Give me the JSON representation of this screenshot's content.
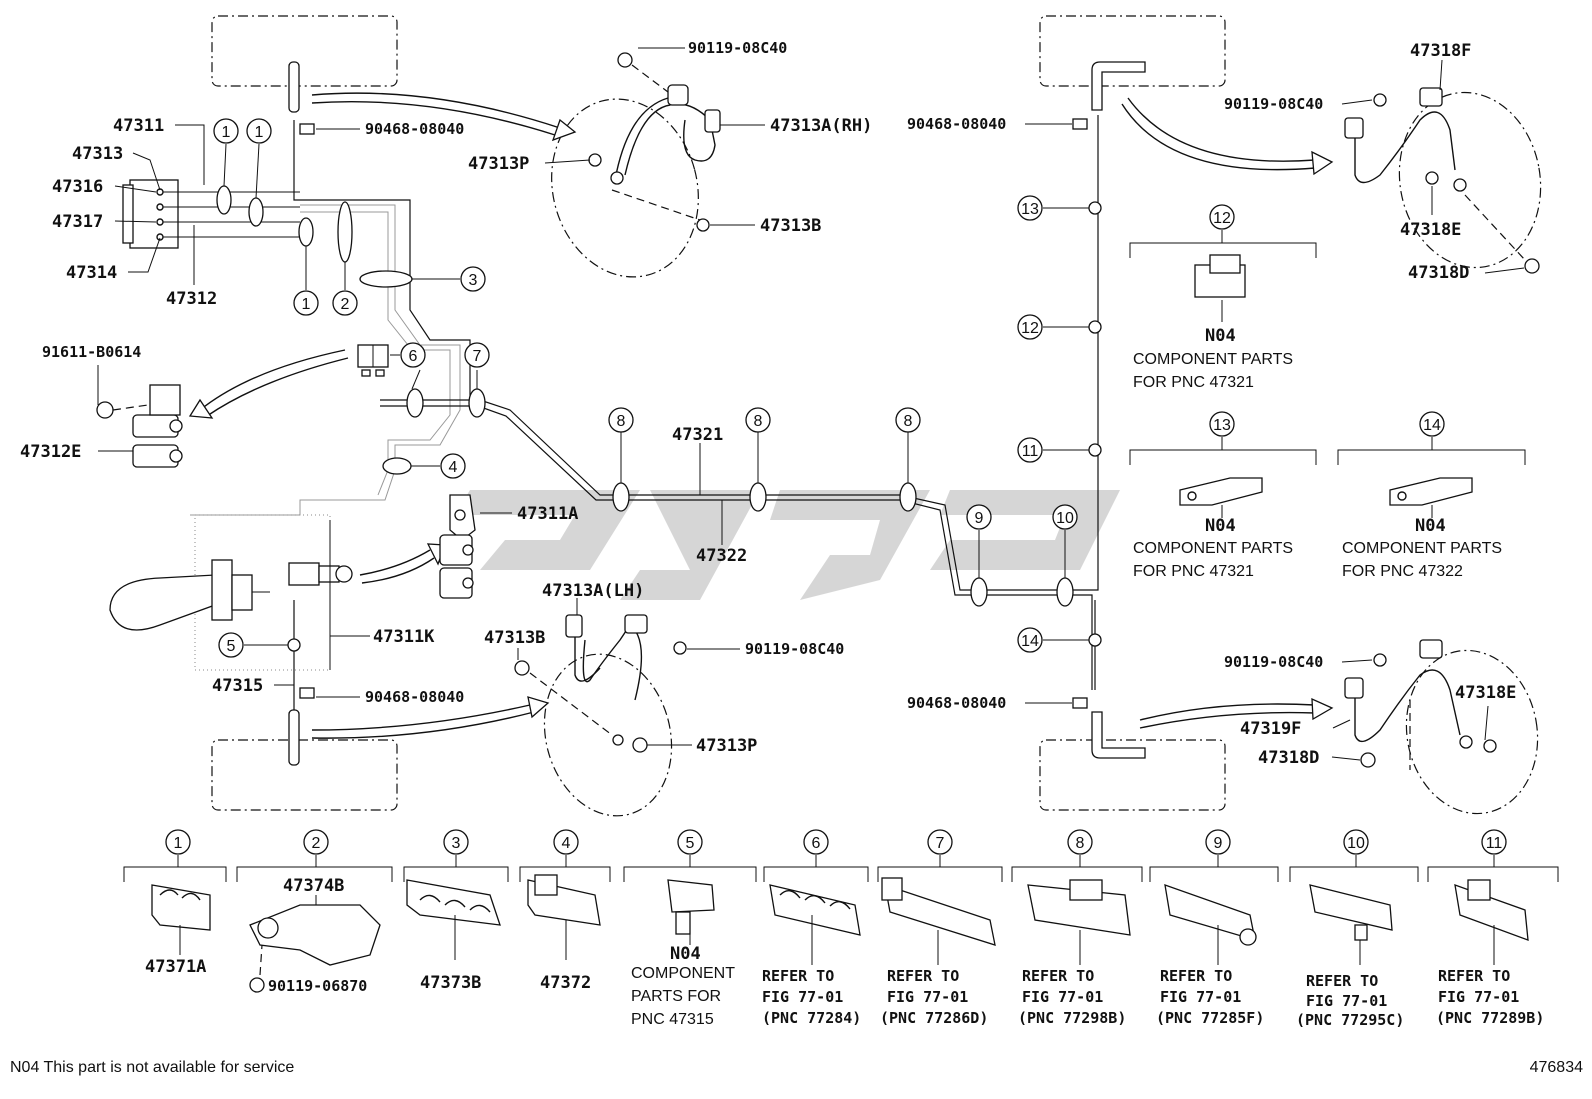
{
  "labels": {
    "p47311": "47311",
    "p47313": "47313",
    "p47316": "47316",
    "p47317": "47317",
    "p47314": "47314",
    "p47312": "47312",
    "p91611": "91611-B0614",
    "p47312E": "47312E",
    "p90119_top": "90119-08C40",
    "p90468_topleft": "90468-08040",
    "p47313A_RH": "47313A(RH)",
    "p47313P_top": "47313P",
    "p47313B_top": "47313B",
    "p47311A": "47311A",
    "p47321": "47321",
    "p47322": "47322",
    "p47311K": "47311K",
    "p47315": "47315",
    "p90468_botleft": "90468-08040",
    "p47313A_LH": "47313A(LH)",
    "p47313B_bot": "47313B",
    "p90119_bot": "90119-08C40",
    "p47313P_bot": "47313P",
    "p90468_topright": "90468-08040",
    "p47318F": "47318F",
    "p90119_topright": "90119-08C40",
    "p47318E_top": "47318E",
    "p47318D_top": "47318D",
    "p90119_botright": "90119-08C40",
    "p47318E_bot": "47318E",
    "p47319F": "47319F",
    "p47318D_bot": "47318D",
    "p90468_botright": "90468-08040"
  },
  "callouts": {
    "c1": "1",
    "c2": "2",
    "c3": "3",
    "c4": "4",
    "c5": "5",
    "c6": "6",
    "c7": "7",
    "c8": "8",
    "c9": "9",
    "c10": "10",
    "c11": "11",
    "c12": "12",
    "c13": "13",
    "c14": "14"
  },
  "components": {
    "n04_label": "N04",
    "pnc_47321_line1": "COMPONENT PARTS",
    "pnc_47321_line2": "FOR PNC 47321",
    "pnc_47322_line1": "COMPONENT PARTS",
    "pnc_47322_line2": "FOR PNC 47322"
  },
  "legend_row": {
    "l1": "47371A",
    "l2_top": "47374B",
    "l2_bolt": "90119-06870",
    "l3": "47373B",
    "l4": "47372",
    "l5_n04": "N04",
    "l5_line1": "COMPONENT",
    "l5_line2": "PARTS FOR",
    "l5_line3": "PNC 47315",
    "refer1": "REFER TO",
    "refer2": "FIG 77-01",
    "pnc_77284": "(PNC 77284)",
    "pnc_77286D": "(PNC 77286D)",
    "pnc_77298B": "(PNC 77298B)",
    "pnc_77285F": "(PNC 77285F)",
    "pnc_77295C": "(PNC 77295C)",
    "pnc_77289B": "(PNC 77289B)"
  },
  "footer": {
    "note": "N04 This part is not available for service",
    "diagram_id": "476834"
  }
}
